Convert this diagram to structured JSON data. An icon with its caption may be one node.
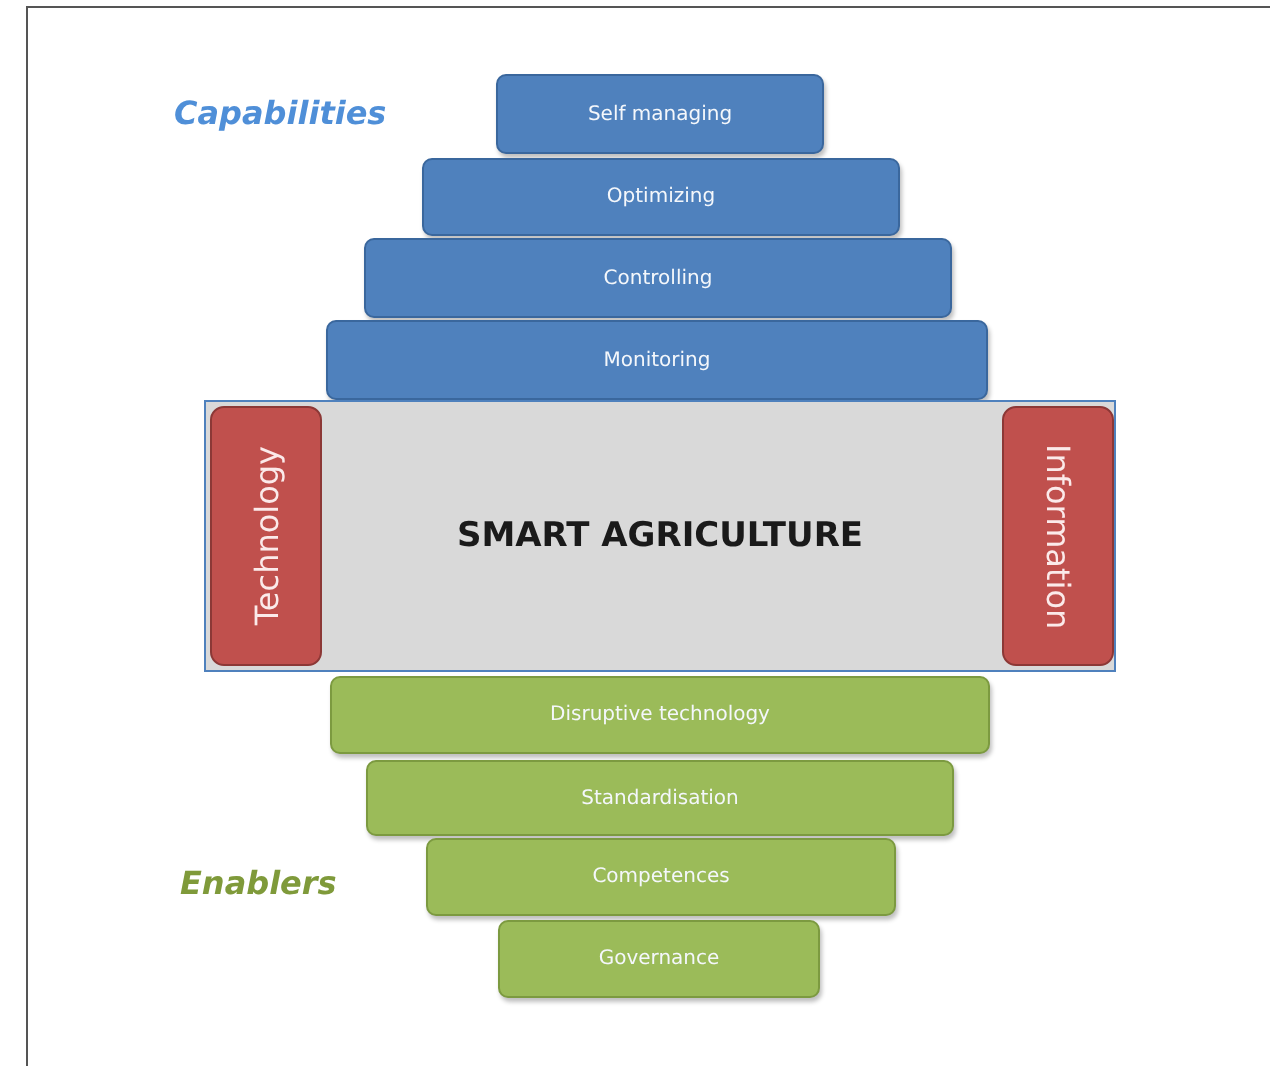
{
  "diagram": {
    "nodes": [
      {
        "text": [
          "Self managing"
        ]
      },
      {
        "text": [
          "Optimizing"
        ]
      },
      {
        "text": [
          "Controlling"
        ]
      },
      {
        "text": [
          "Monitoring"
        ]
      },
      {
        "text": [
          "SMART AGRICULTURE"
        ]
      },
      {
        "text": [
          "Technology"
        ],
        "in": 4
      },
      {
        "text": [
          "Information"
        ],
        "in": 4
      },
      {
        "text": [
          "Disruptive technology"
        ]
      },
      {
        "text": [
          "Standardisation"
        ]
      },
      {
        "text": [
          "Competences"
        ]
      },
      {
        "text": [
          "Governance"
        ]
      }
    ],
    "labels": [
      "Capabilities",
      "Enablers"
    ]
  }
}
